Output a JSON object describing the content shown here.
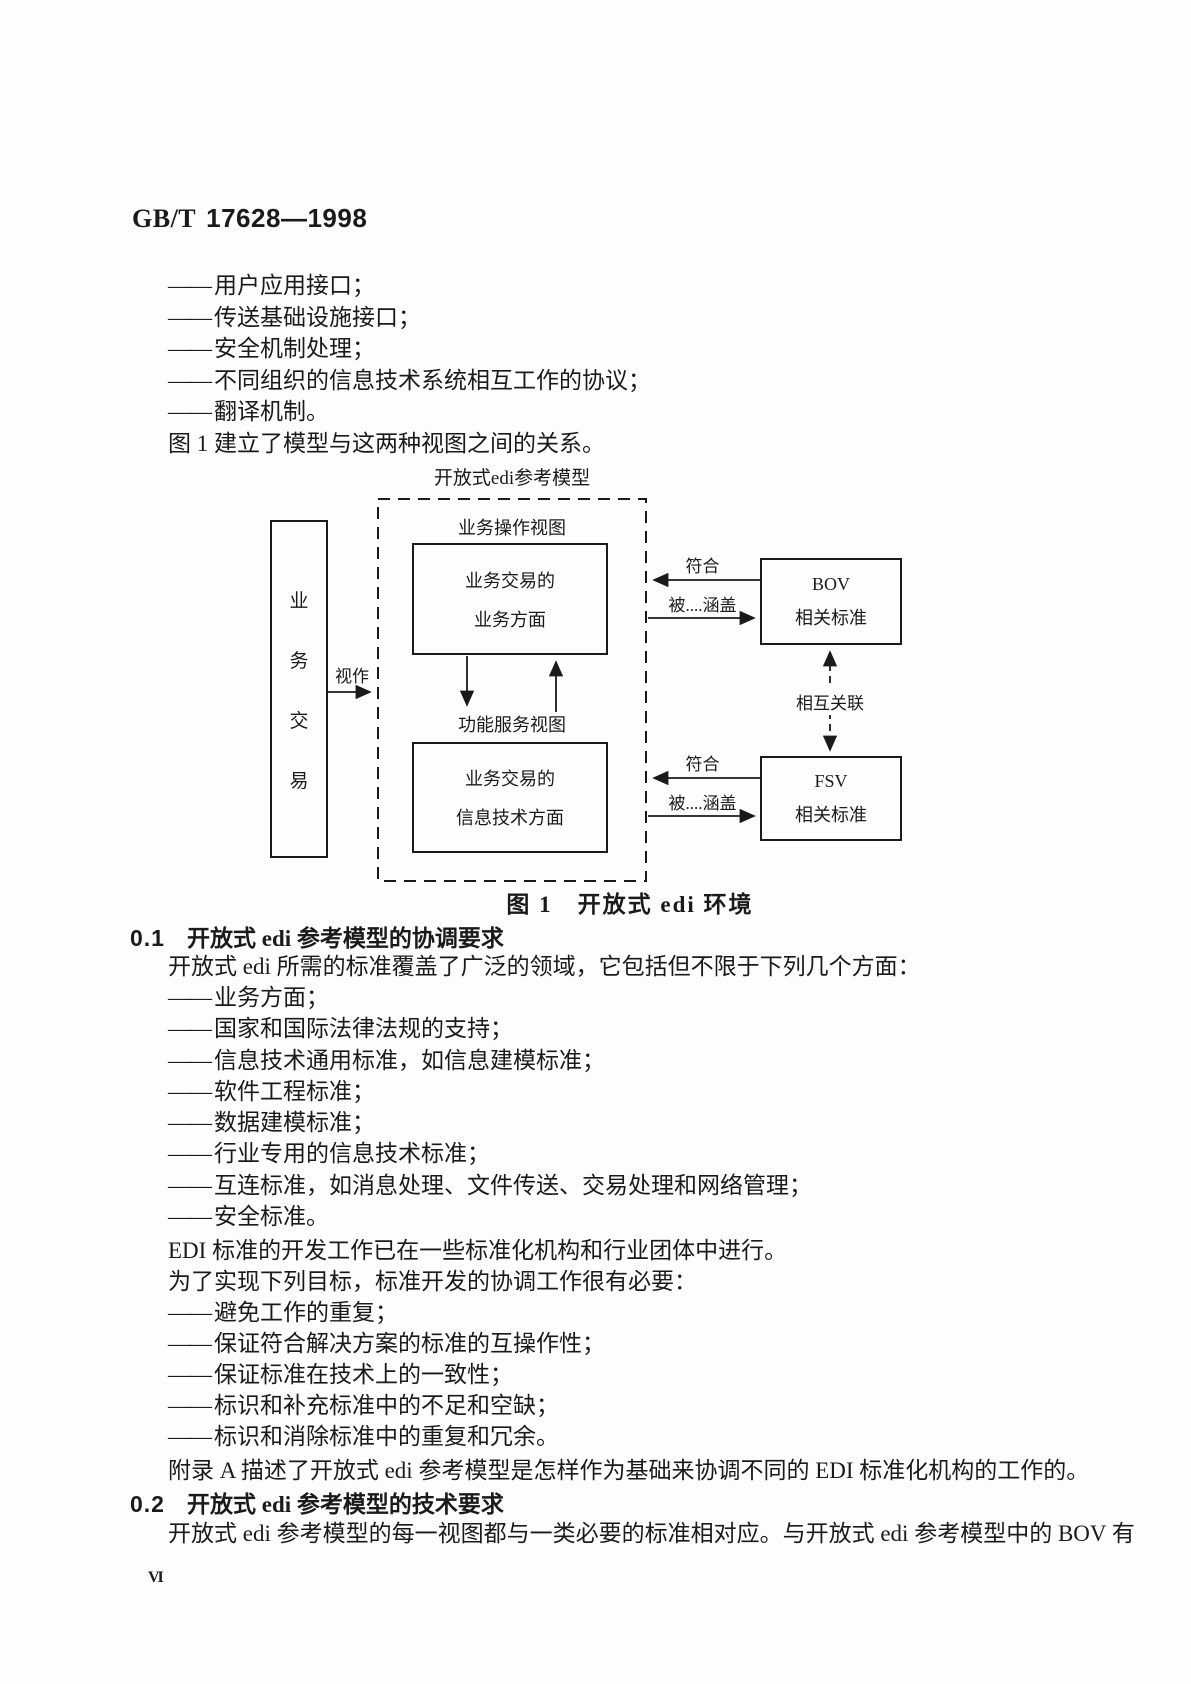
{
  "colors": {
    "ink": "#1a1a1a",
    "paper": "#fdfdfd"
  },
  "page": {
    "header": {
      "prefix": "GB/T",
      "number": "17628—1998"
    },
    "footer": {
      "page_number": "VI"
    }
  },
  "dash_prefix": "——",
  "intro_list": [
    "用户应用接口；",
    "传送基础设施接口；",
    "安全机制处理；",
    "不同组织的信息技术系统相互工作的协议；",
    "翻译机制。"
  ],
  "intro_note": "图 1 建立了模型与这两种视图之间的关系。",
  "figure": {
    "title": "开放式edi参考模型",
    "caption": "图 1　开放式 edi 环境",
    "left_box_chars": {
      "c0": "业",
      "c1": "务",
      "c2": "交",
      "c3": "易"
    },
    "viewed_as_label": "视作",
    "bov_view_label": "业务操作视图",
    "bov_box": {
      "line1": "业务交易的",
      "line2": "业务方面"
    },
    "fsv_view_label": "功能服务视图",
    "fsv_box": {
      "line1": "业务交易的",
      "line2": "信息技术方面"
    },
    "bov_std_box": {
      "line1": "BOV",
      "line2": "相关标准"
    },
    "fsv_std_box": {
      "line1": "FSV",
      "line2": "相关标准"
    },
    "comply_label_top": "符合",
    "covered_label_top": "被....涵盖",
    "comply_label_bottom": "符合",
    "covered_label_bottom": "被....涵盖",
    "interrelate_label": "相互关联"
  },
  "section_0_1": {
    "number": "0.1",
    "title": "开放式 edi 参考模型的协调要求",
    "para_intro": "开放式 edi 所需的标准覆盖了广泛的领域，它包括但不限于下列几个方面：",
    "list1": [
      "业务方面；",
      "国家和国际法律法规的支持；",
      "信息技术通用标准，如信息建模标准；",
      "软件工程标准；",
      "数据建模标准；",
      "行业专用的信息技术标准；",
      "互连标准，如消息处理、文件传送、交易处理和网络管理；",
      "安全标准。"
    ],
    "para_edi": "EDI 标准的开发工作已在一些标准化机构和行业团体中进行。",
    "para_goals": "为了实现下列目标，标准开发的协调工作很有必要：",
    "list2": [
      "避免工作的重复；",
      "保证符合解决方案的标准的互操作性；",
      "保证标准在技术上的一致性；",
      "标识和补充标准中的不足和空缺；",
      "标识和消除标准中的重复和冗余。"
    ],
    "para_appendix": "附录 A 描述了开放式 edi 参考模型是怎样作为基础来协调不同的 EDI 标准化机构的工作的。"
  },
  "section_0_2": {
    "number": "0.2",
    "title": "开放式 edi 参考模型的技术要求",
    "para_intro": "开放式 edi 参考模型的每一视图都与一类必要的标准相对应。与开放式 edi 参考模型中的 BOV 有"
  }
}
